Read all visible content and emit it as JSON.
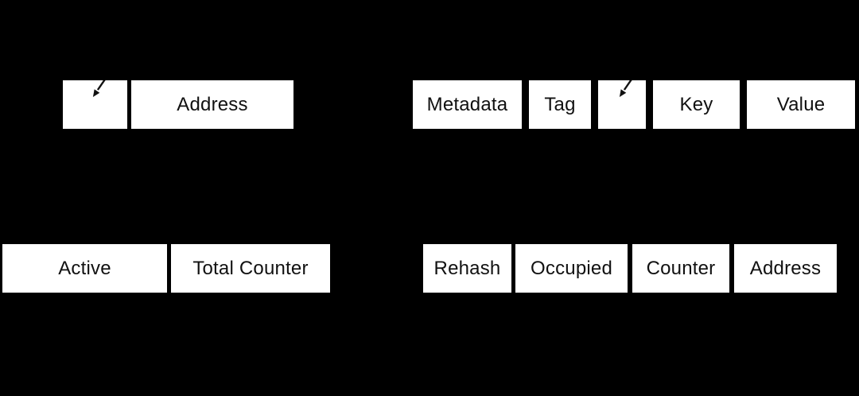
{
  "colors": {
    "background": "#000000",
    "cell_fill": "#ffffff",
    "cell_text": "#111111",
    "arrow": "#111111"
  },
  "icons": {
    "pointer": "down-left-arrow-icon"
  },
  "groups": {
    "top_left_entry": {
      "cells": [
        {
          "name": "pointer-slot",
          "icon": "down-left-arrow-icon",
          "label": ""
        },
        {
          "name": "address",
          "label": "Address"
        }
      ]
    },
    "top_right_entry": {
      "cells": [
        {
          "name": "metadata",
          "label": "Metadata"
        },
        {
          "name": "tag",
          "label": "Tag"
        },
        {
          "name": "pointer-slot",
          "icon": "down-left-arrow-icon",
          "label": ""
        },
        {
          "name": "key",
          "label": "Key"
        },
        {
          "name": "value",
          "label": "Value"
        }
      ]
    },
    "bottom_left_entry": {
      "cells": [
        {
          "name": "active",
          "label": "Active"
        },
        {
          "name": "total-counter",
          "label": "Total Counter"
        }
      ]
    },
    "bottom_right_entry": {
      "cells": [
        {
          "name": "rehash",
          "label": "Rehash"
        },
        {
          "name": "occupied",
          "label": "Occupied"
        },
        {
          "name": "counter",
          "label": "Counter"
        },
        {
          "name": "address",
          "label": "Address"
        }
      ]
    }
  }
}
